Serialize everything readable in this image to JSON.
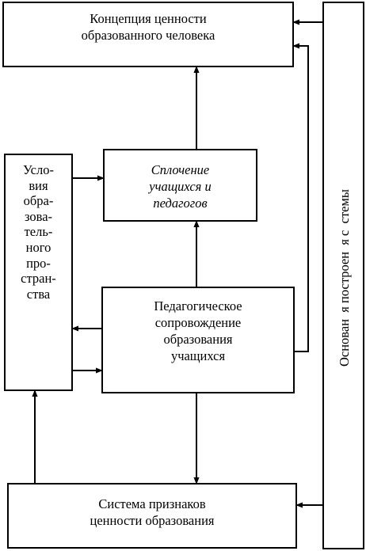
{
  "blocks": {
    "concept": {
      "lines": [
        "Концепция ценности",
        "образованного человека"
      ]
    },
    "rallying": {
      "lines": [
        "Сплочение",
        "учащихся и",
        "педагогов"
      ]
    },
    "conditions": {
      "lines": [
        "Усло-",
        "вия",
        "обра-",
        "зова-",
        "тель-",
        "ного",
        "про-",
        "стран-",
        "ства"
      ]
    },
    "support": {
      "lines": [
        "Педагогическое",
        "сопровождение",
        "образования",
        "учащихся"
      ]
    },
    "indicators": {
      "lines": [
        "Система признаков",
        "ценности образования"
      ]
    },
    "foundation": {
      "text": "Основан  я построен  я с  стемы"
    }
  },
  "colors": {
    "stroke": "#000000",
    "background": "#ffffff"
  }
}
